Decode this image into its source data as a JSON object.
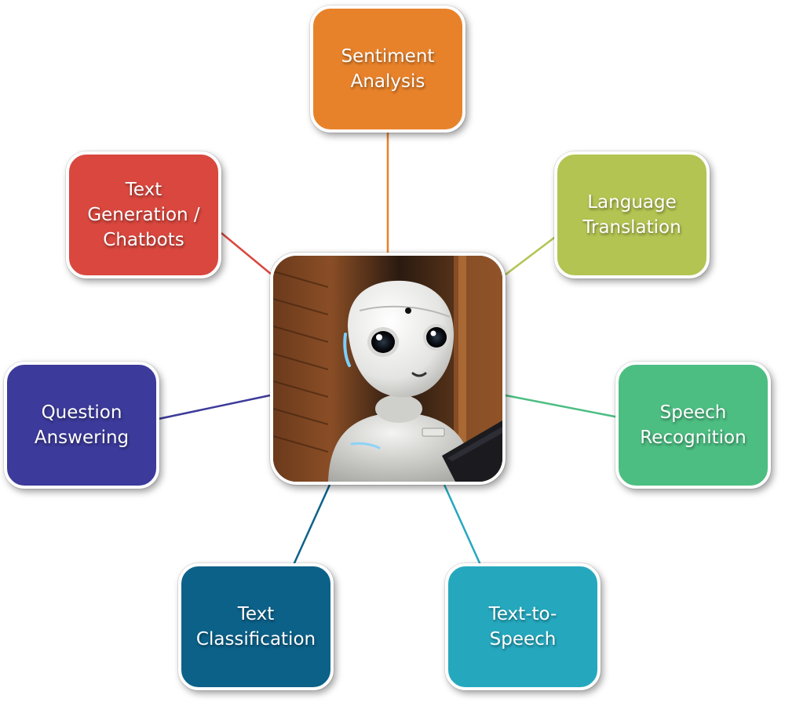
{
  "center": {
    "image_description": "white humanoid robot photo",
    "icon": "robot-photo"
  },
  "nodes": [
    {
      "id": "sentiment",
      "label": "Sentiment\nAnalysis",
      "color": "#E8822A"
    },
    {
      "id": "translation",
      "label": "Language\nTranslation",
      "color": "#B3C452"
    },
    {
      "id": "speech",
      "label": "Speech\nRecognition",
      "color": "#4CBE82"
    },
    {
      "id": "tts",
      "label": "Text-to-\nSpeech",
      "color": "#25A8BE"
    },
    {
      "id": "classify",
      "label": "Text\nClassification",
      "color": "#0C6189"
    },
    {
      "id": "qa",
      "label": "Question\nAnswering",
      "color": "#3C3A9A"
    },
    {
      "id": "generation",
      "label": "Text\nGeneration /\nChatbots",
      "color": "#D9473E"
    }
  ]
}
